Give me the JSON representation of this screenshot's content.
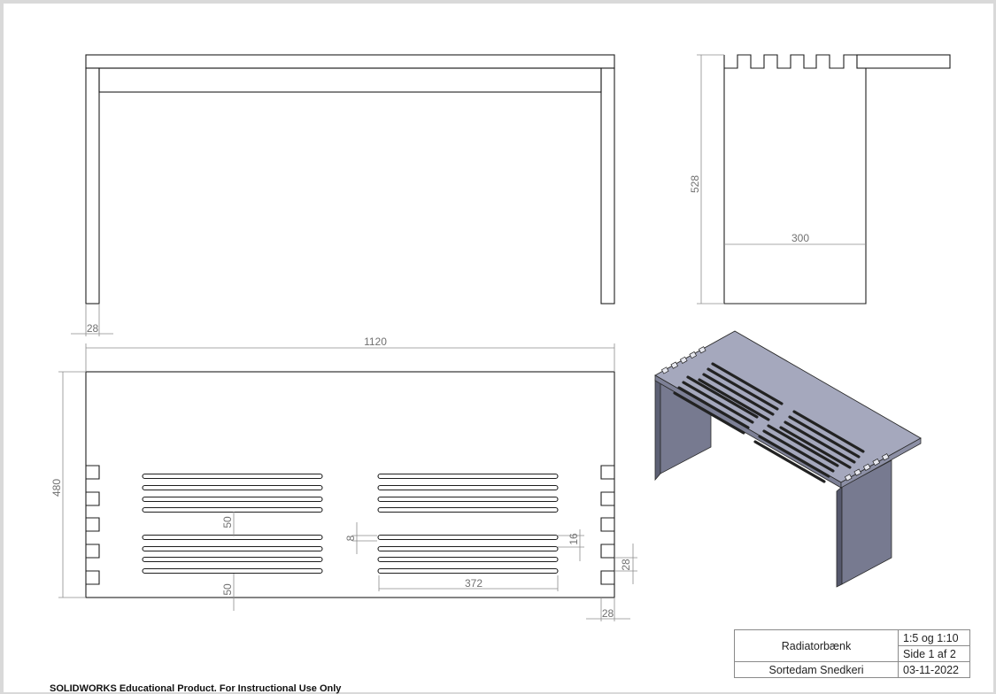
{
  "dimensions": {
    "leg_thickness": "28",
    "overall_length": "1120",
    "height": "528",
    "top_depth": "300",
    "top_width": "480",
    "slot_spacing": "50",
    "slot_gap": "8",
    "slot_pitch": "16",
    "slot_length": "372",
    "tenon_height": "28",
    "tenon_depth": "28"
  },
  "title_block": {
    "name": "Radiatorbænk",
    "company": "Sortedam Snedkeri",
    "scale": "1:5 og 1:10",
    "sheet": "Side 1 af 2",
    "date": "03-11-2022"
  },
  "footer": "SOLIDWORKS Educational Product. For Instructional Use Only",
  "colors": {
    "line": "#1e1e1e",
    "dimension": "#8c8c8c",
    "iso_top": "#a5a8bd",
    "iso_front_edge": "#7d8096",
    "iso_side": "#777a90"
  }
}
